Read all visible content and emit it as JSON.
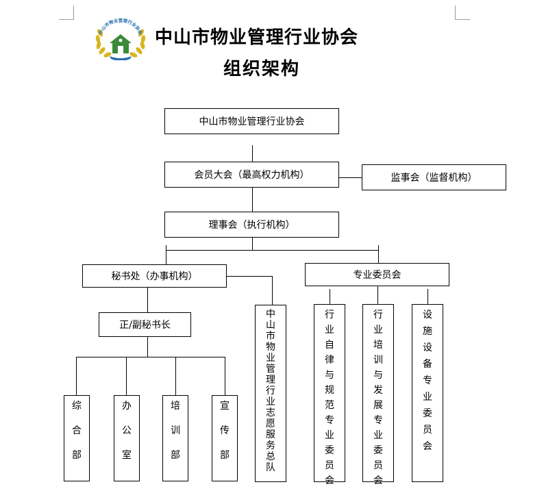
{
  "header": {
    "title": "中山市物业管理行业协会",
    "subtitle": "组织架构",
    "logo_text": "中山市物业管理行业协会",
    "logo_icon": "house-with-laurel-logo",
    "colors": {
      "logo_green": "#3a8a3a",
      "logo_gold": "#d8b520",
      "logo_blue": "#2a6fb0"
    }
  },
  "org": {
    "root": "中山市物业管理行业协会",
    "assembly": "会员大会（最高权力机构）",
    "supervisory": "监事会（监督机构）",
    "council": "理事会（执行机构）",
    "secretariat": "秘书处（办事机构）",
    "committee": "专业委员会",
    "secretary_general": "正/副秘书长",
    "departments": [
      "综合部",
      "办公室",
      "培训部",
      "宣传部"
    ],
    "volunteer_team": "中山市物业管理行业志愿服务总队",
    "committees": [
      "行业自律与规范专业委员会",
      "行业培训与发展专业委员会",
      "设施设备专业委员会"
    ]
  }
}
